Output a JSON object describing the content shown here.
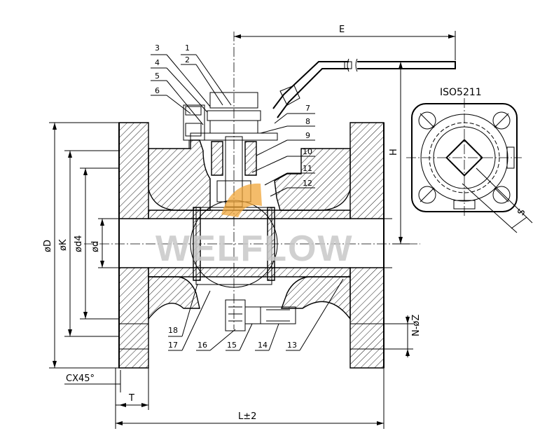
{
  "standard_label": "ISO5211",
  "watermark": "WELFLOW",
  "dimensions": {
    "E": "E",
    "H": "H",
    "D": "øD",
    "K": "øK",
    "d4": "ød4",
    "d": "ød",
    "chamfer": "CX45°",
    "T": "T",
    "L": "L±2",
    "NZ": "N-øZ",
    "S": "S"
  },
  "part_numbers": [
    "1",
    "2",
    "3",
    "4",
    "5",
    "6",
    "7",
    "8",
    "9",
    "10",
    "11",
    "12",
    "13",
    "14",
    "15",
    "16",
    "17",
    "18"
  ]
}
